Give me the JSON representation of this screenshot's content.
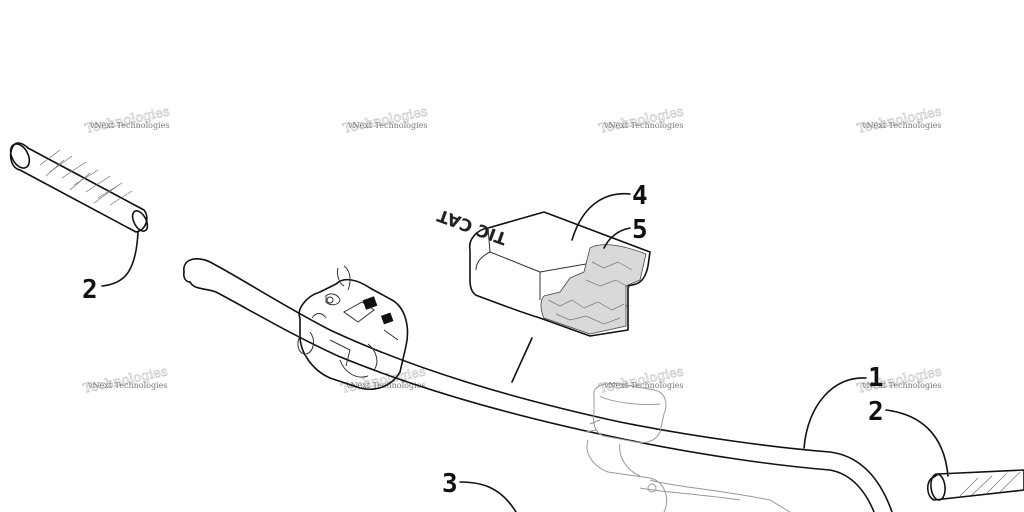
{
  "callouts": {
    "c1": "1",
    "c2_left": "2",
    "c2_right": "2",
    "c3": "3",
    "c4": "4",
    "c5": "5"
  },
  "pad_text": "TIC CAT",
  "watermarks": [
    {
      "id": "wm-1",
      "small": "vNext Technologies",
      "big": "Technologies"
    },
    {
      "id": "wm-2",
      "small": "vNext Technologies",
      "big": "Technologies"
    },
    {
      "id": "wm-3",
      "small": "vNext Technologies",
      "big": "Technologies"
    },
    {
      "id": "wm-4",
      "small": "vNext Technologies",
      "big": "Technologies"
    },
    {
      "id": "wm-5",
      "small": "vNext Technologies",
      "big": "Technologies"
    },
    {
      "id": "wm-6",
      "small": "vNext Technologies",
      "big": "Technologies"
    },
    {
      "id": "wm-7",
      "small": "vNext Technologies",
      "big": "Technologies"
    },
    {
      "id": "wm-8",
      "small": "vNext Technologies",
      "big": "Technologies"
    }
  ]
}
